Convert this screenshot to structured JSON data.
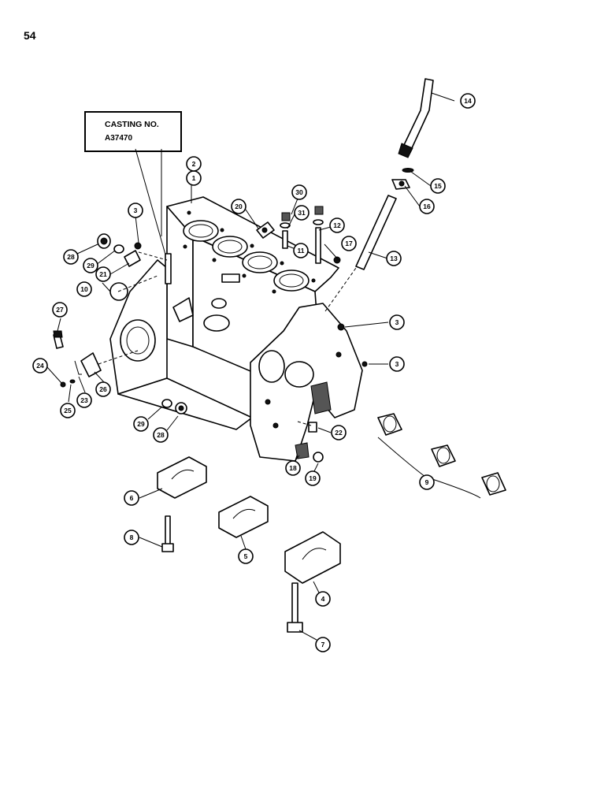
{
  "page_number": "54",
  "casting_label": {
    "line1": "CASTING NO.",
    "line2": "A37470"
  },
  "callouts": [
    "1",
    "2",
    "3",
    "3",
    "3",
    "4",
    "5",
    "6",
    "7",
    "8",
    "9",
    "10",
    "11",
    "12",
    "13",
    "14",
    "15",
    "16",
    "17",
    "18",
    "19",
    "20",
    "21",
    "22",
    "23",
    "24",
    "25",
    "26",
    "27",
    "28",
    "28",
    "29",
    "29",
    "30",
    "31"
  ]
}
